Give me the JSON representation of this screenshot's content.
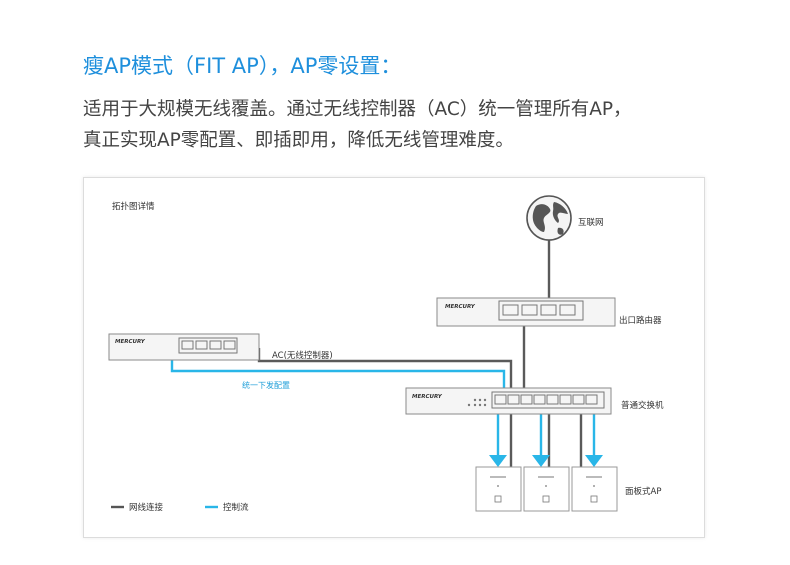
{
  "heading": "瘦AP模式（FIT AP），AP零设置：",
  "description": {
    "line1": "适用于大规模无线覆盖。通过无线控制器（AC）统一管理所有AP，",
    "line2": "真正实现AP零配置、即插即用，降低无线管理难度。"
  },
  "diagram": {
    "title": "拓扑图详情",
    "labels": {
      "internet": "互联网",
      "router": "出口路由器",
      "ac": "AC(无线控制器)",
      "unified_config": "统一下发配置",
      "switch": "普通交换机",
      "panel_ap": "面板式AP"
    },
    "brand": "MERCURY",
    "legend": {
      "wired": "网线连接",
      "control": "控制流"
    },
    "colors": {
      "wired": "#555555",
      "control": "#29b6e8",
      "heading": "#1e8fdc"
    }
  }
}
